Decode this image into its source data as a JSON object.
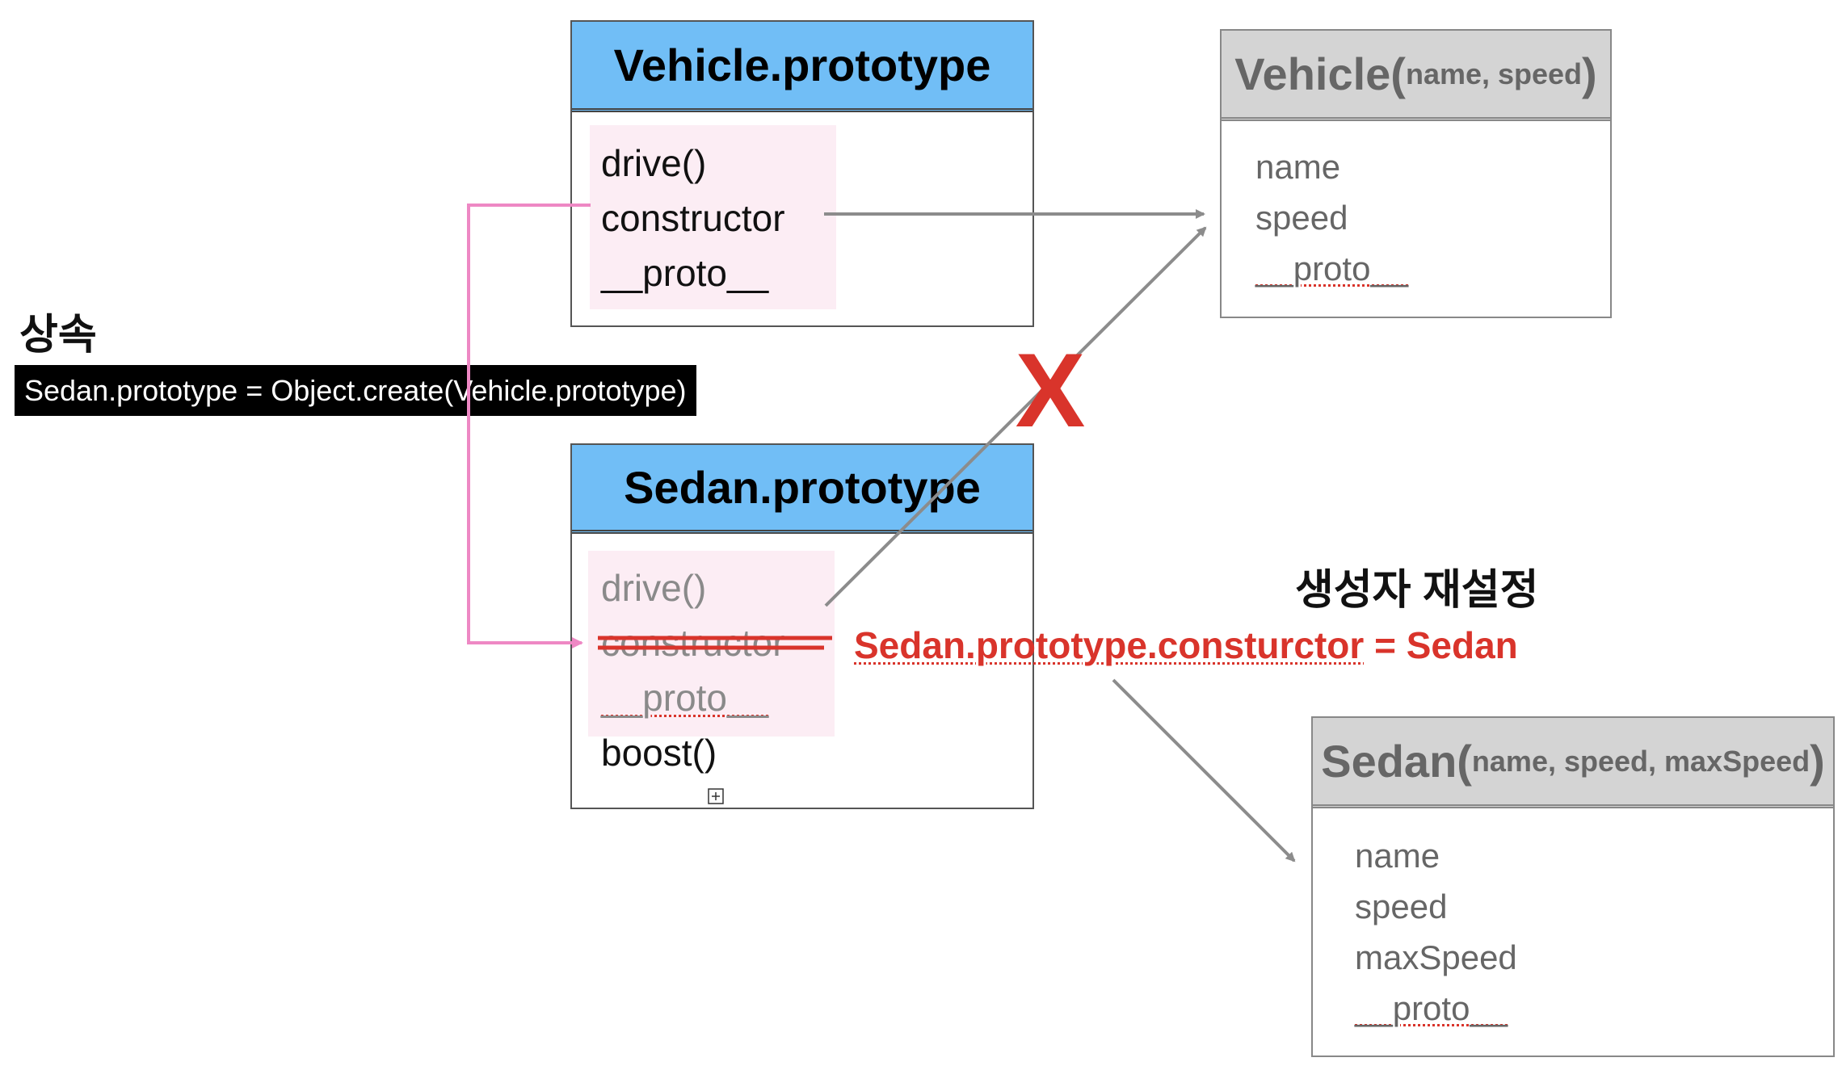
{
  "vehicle_prototype": {
    "title": "Vehicle.prototype",
    "members": [
      "drive()",
      "constructor",
      "__proto__"
    ]
  },
  "sedan_prototype": {
    "title": "Sedan.prototype",
    "members": [
      "drive()",
      "constructor",
      "__proto__",
      "boost()"
    ]
  },
  "vehicle_ctor": {
    "title_main": "Vehicle(",
    "title_params": "name, speed",
    "title_close": ")",
    "props": [
      "name",
      "speed",
      "__proto__"
    ]
  },
  "sedan_ctor": {
    "title_main": "Sedan(",
    "title_params": "name, speed, maxSpeed",
    "title_close": ")",
    "props": [
      "name",
      "speed",
      "maxSpeed",
      "__proto__"
    ]
  },
  "inheritance": {
    "label": "상속",
    "code": "Sedan.prototype = Object.create(Vehicle.prototype)"
  },
  "reset_constructor": {
    "label": "생성자 재설정",
    "code_lhs": "Sedan.prototype.consturctor",
    "code_rhs": " = Sedan"
  },
  "wrong_mark": "X",
  "colors": {
    "header_blue": "#71bef6",
    "header_gray": "#d4d4d4",
    "pink_bg": "#fcedf4",
    "pink_line": "#ee88c4",
    "red": "#d9342b",
    "arrow_gray": "#8c8c8c"
  }
}
